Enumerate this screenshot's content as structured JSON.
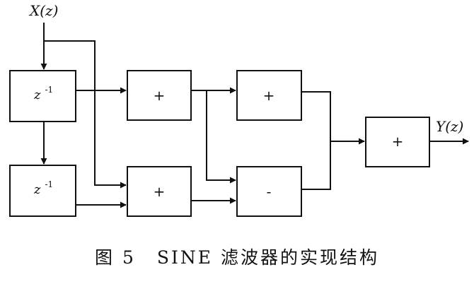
{
  "diagram": {
    "input_label": "X(z)",
    "output_label": "Y(z)",
    "blocks": {
      "delay_top": {
        "label": "z",
        "exponent": "-1"
      },
      "delay_bottom": {
        "label": "z",
        "exponent": "-1"
      },
      "adder_top_left": {
        "label": "+"
      },
      "adder_bottom_left": {
        "label": "+"
      },
      "adder_top_right": {
        "label": "+"
      },
      "subtractor": {
        "label": "-"
      },
      "adder_output": {
        "label": "+"
      }
    }
  },
  "caption": {
    "figure_number": "图 5",
    "text": "SINE 滤波器的实现结构"
  }
}
